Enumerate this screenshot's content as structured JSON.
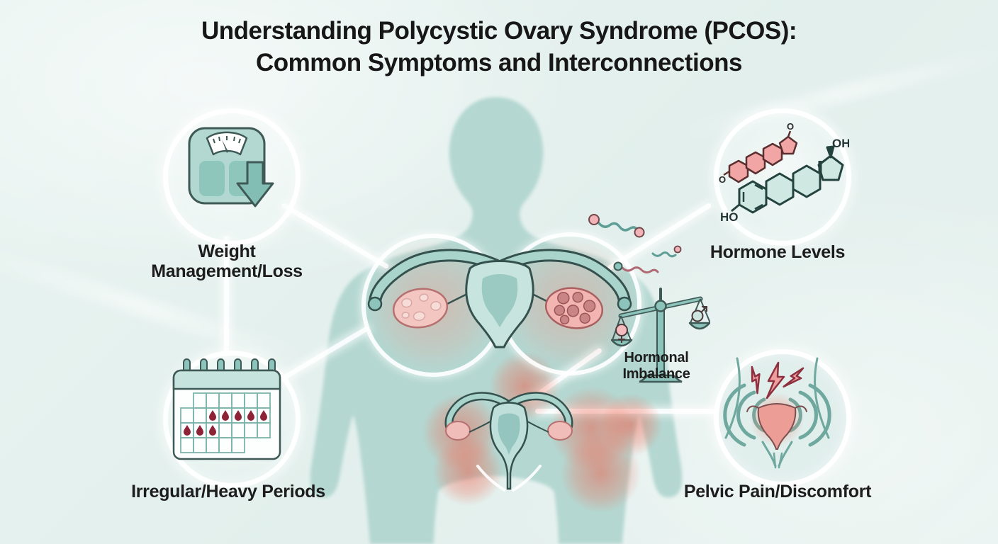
{
  "title": {
    "line1": "Understanding Polycystic Ovary Syndrome (PCOS):",
    "line2": "Common Symptoms and Interconnections"
  },
  "symptoms": {
    "weight": {
      "label": "Weight Management/Loss",
      "icon": "weight-scale-down-arrow-icon"
    },
    "hormone": {
      "label": "Hormone Levels",
      "icon": "hormone-molecules-icon"
    },
    "periods": {
      "label": "Irregular/Heavy Periods",
      "icon": "calendar-blood-drops-icon"
    },
    "pelvic": {
      "label": "Pelvic Pain/Discomfort",
      "icon": "pelvic-pain-waves-icon"
    }
  },
  "center": {
    "imbalance_label": "Hormonal Imbalance",
    "balance_icon": "balance-scale-gender-icon",
    "body_icon": "female-body-silhouette",
    "uterus_icon": "uterus-ovaries-illustration",
    "lower_uterus_icon": "pelvic-uterus-pain-illustration",
    "hormone_strands_icon": "hormone-strand-squiggles"
  },
  "molecule": {
    "oh": "OH",
    "ho": "HO",
    "o_top": "O",
    "o_bottom": "O"
  },
  "colors": {
    "background": "#e7f2ef",
    "body_silhouette": "#b2d6d0",
    "teal_fill": "#8cc3bb",
    "teal_light": "#cfe8e2",
    "teal_dark": "#3f5a56",
    "pink": "#f2a5a5",
    "pink_ovary": "#f3c0bc",
    "cyst_mauve": "#c98585",
    "blood_drop": "#8e2338",
    "red_glow": "#f0756a",
    "bolt_red": "#8f3040",
    "text": "#1c1c1c",
    "connector_white": "#ffffff"
  }
}
